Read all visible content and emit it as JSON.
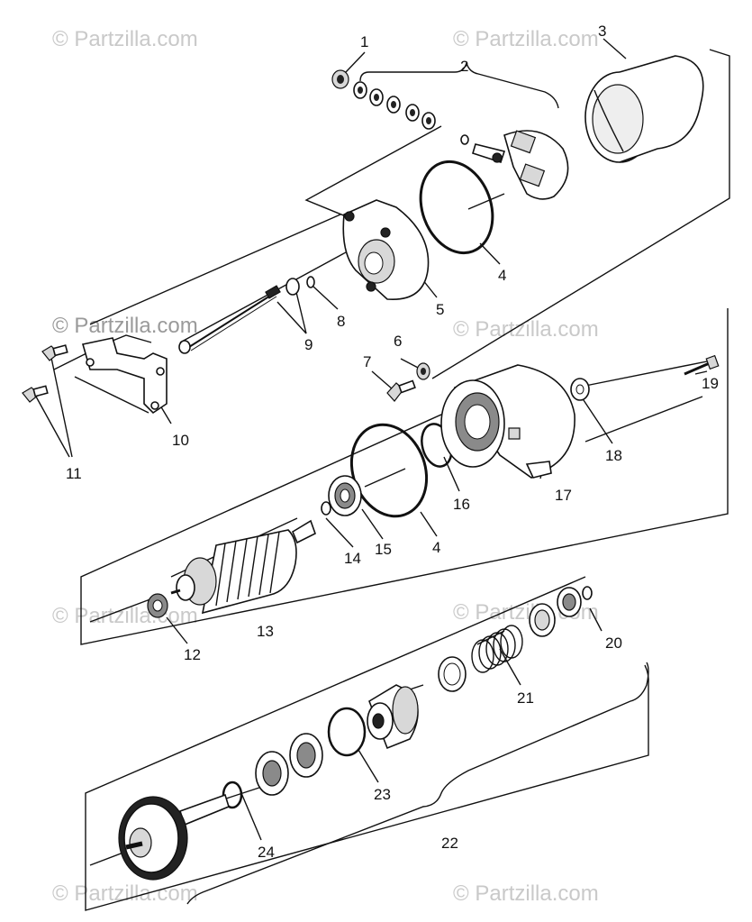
{
  "watermark": "© Partzilla.com",
  "callouts": {
    "c1": "1",
    "c2": "2",
    "c3": "3",
    "c4a": "4",
    "c4b": "4",
    "c5": "5",
    "c6": "6",
    "c7": "7",
    "c8": "8",
    "c9": "9",
    "c10": "10",
    "c11": "11",
    "c12": "12",
    "c13": "13",
    "c14": "14",
    "c15": "15",
    "c16": "16",
    "c17": "17",
    "c18": "18",
    "c19": "19",
    "c20": "20",
    "c21": "21",
    "c22": "22",
    "c23": "23",
    "c24": "24"
  }
}
